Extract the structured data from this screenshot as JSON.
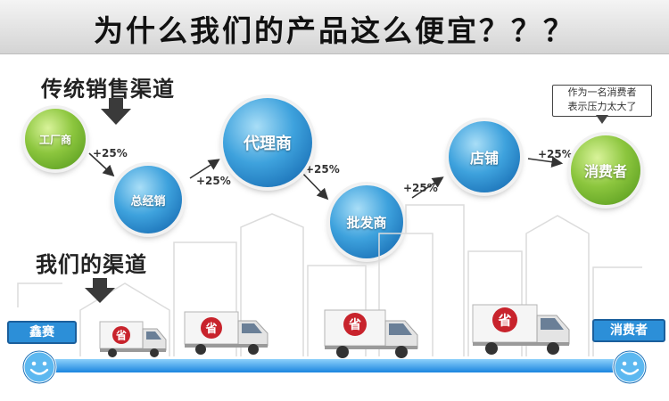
{
  "title": "为什么我们的产品这么便宜？？？",
  "traditional": {
    "heading": "传统销售渠道",
    "nodes": [
      {
        "label": "工厂商",
        "color": "green"
      },
      {
        "label": "总经销",
        "color": "blue"
      },
      {
        "label": "代理商",
        "color": "blue"
      },
      {
        "label": "批发商",
        "color": "blue"
      },
      {
        "label": "店铺",
        "color": "blue"
      },
      {
        "label": "消费者",
        "color": "green"
      }
    ],
    "markups": [
      "+25%",
      "+25%",
      "+25%",
      "+25%",
      "+25%"
    ],
    "consumer_speech": {
      "line1": "作为一名消费者",
      "line2": "表示压力太大了"
    }
  },
  "ours": {
    "heading": "我们的渠道",
    "start_label": "鑫赛",
    "end_label": "消费者",
    "truck_mark": "省"
  },
  "colors": {
    "green": "#7fbf32",
    "blue": "#1e7fc8",
    "road": "#1a86df",
    "arrow": "#333333",
    "truck_mark": "#c8232c"
  }
}
